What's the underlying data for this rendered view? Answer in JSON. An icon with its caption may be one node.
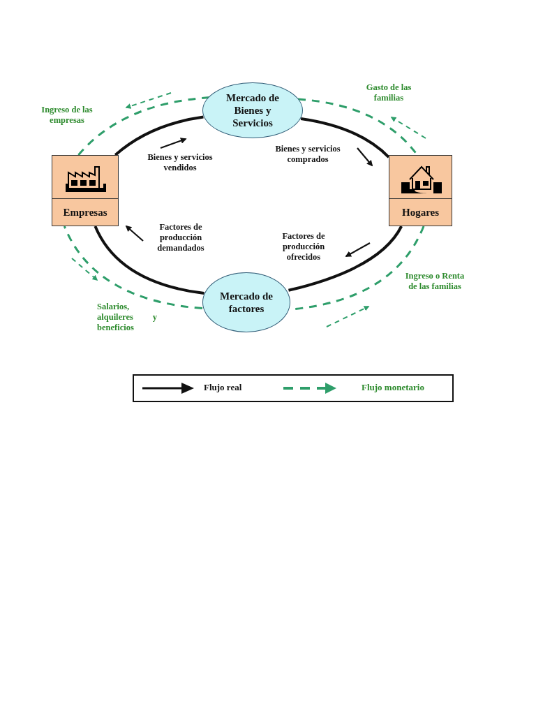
{
  "diagram": {
    "nodes": [
      {
        "text": [
          "Empresas"
        ]
      },
      {
        "text": [
          "Mercado de Bienes y Servicios"
        ]
      },
      {
        "text": [
          "Hogares"
        ]
      },
      {
        "text": [
          "Mercado de factores"
        ]
      }
    ],
    "edges": [
      {
        "from": 0,
        "to": 1,
        "arrow": "none"
      },
      {
        "from": 1,
        "to": 2,
        "arrow": "none"
      },
      {
        "from": 2,
        "to": 3,
        "arrow": "none"
      },
      {
        "from": 3,
        "to": 0,
        "arrow": "none"
      },
      {
        "from": 0,
        "to": 1,
        "arrow": "none",
        "style": "dashed",
        "color": "#2e9e6a"
      },
      {
        "from": 1,
        "to": 2,
        "arrow": "none",
        "style": "dashed",
        "color": "#2e9e6a"
      },
      {
        "from": 2,
        "to": 3,
        "arrow": "none",
        "style": "dashed",
        "color": "#2e9e6a"
      },
      {
        "from": 3,
        "to": 0,
        "arrow": "none",
        "style": "dashed",
        "color": "#2e9e6a"
      }
    ],
    "labels": [
      "Gasto de las familias",
      "Ingreso de las empresas",
      "Bienes y servicios comprados",
      "Bienes y servicios vendidos",
      "Factores de producción demandados",
      "Factores de producción ofrecidos",
      "Ingreso o Renta de las familias",
      "Salarios, alquileres y beneficios"
    ],
    "legend": [
      {
        "text": "Flujo real"
      },
      {
        "text": "Flujo monetario"
      }
    ]
  }
}
